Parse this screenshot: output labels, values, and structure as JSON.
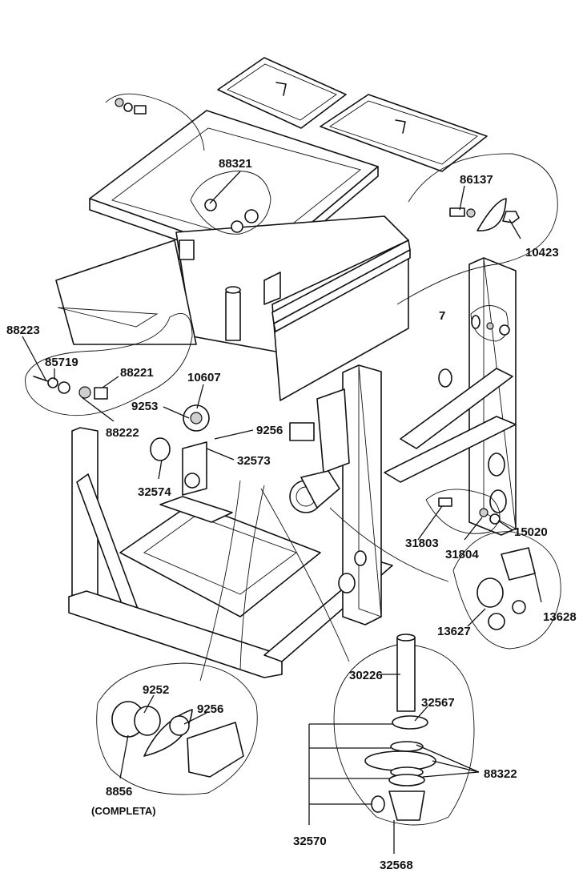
{
  "labels": {
    "p88321": "88321",
    "p86137": "86137",
    "p10423": "10423",
    "p7": "7",
    "p88223": "88223",
    "p85719": "85719",
    "p88221": "88221",
    "p10607": "10607",
    "p9253": "9253",
    "p9256a": "9256",
    "p88222": "88222",
    "p32573": "32573",
    "p32574": "32574",
    "p31803": "31803",
    "p31804": "31804",
    "p15020": "15020",
    "p13628": "13628",
    "p13627": "13627",
    "p30226": "30226",
    "p32567": "32567",
    "p88322": "88322",
    "p9252": "9252",
    "p9256b": "9256",
    "p8856": "8856",
    "p8856note": "(COMPLETA)",
    "p32570": "32570",
    "p32568": "32568"
  }
}
